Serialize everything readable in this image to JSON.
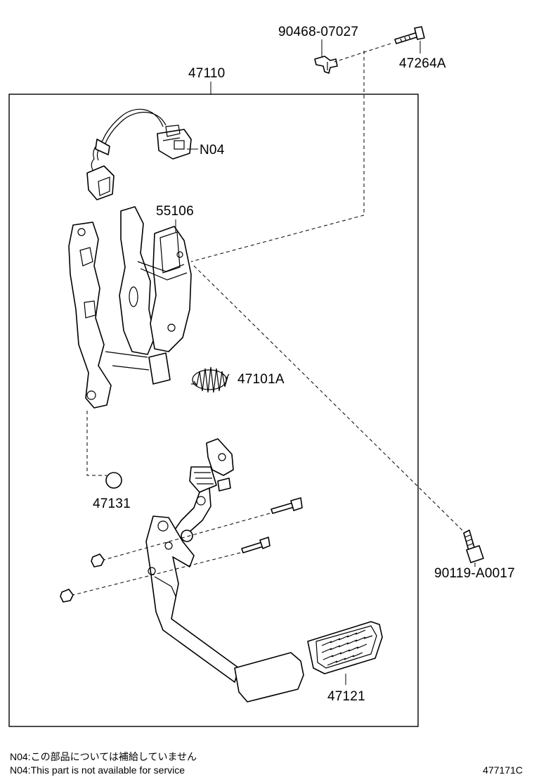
{
  "labels": {
    "bracket_clip": "90468-07027",
    "bolt_top": "47264A",
    "pedal_assy": "47110",
    "switch_connector": "N04",
    "support_bracket": "55106",
    "return_spring": "47101A",
    "stopper_cushion": "47131",
    "bolt_right": "90119-A0017",
    "pedal_pad": "47121"
  },
  "notes": {
    "japanese": "N04:この部品については補給していません",
    "english": "N04:This part is not available for service"
  },
  "figure_id": "477171C"
}
